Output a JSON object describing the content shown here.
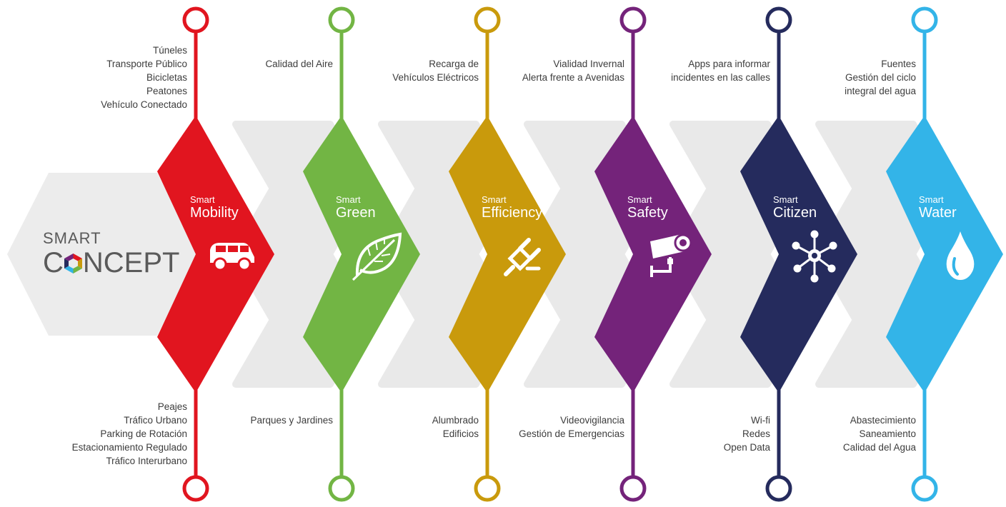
{
  "logo": {
    "line1": "SMART",
    "line2_prefix": "C",
    "line2_rest": "NCEPT"
  },
  "categories": [
    {
      "prefix": "Smart",
      "name": "Mobility",
      "color": "#e1151f",
      "icon": "car-icon",
      "top": [
        "Túneles",
        "Transporte  Público",
        "Bicicletas",
        "Peatones",
        "Vehículo Conectado"
      ],
      "bottom": [
        "Peajes",
        "Tráfico Urbano",
        "Parking de Rotación",
        "Estacionamiento Regulado",
        "Tráfico Interurbano"
      ]
    },
    {
      "prefix": "Smart",
      "name": "Green",
      "color": "#72b544",
      "icon": "leaf-icon",
      "top": [
        "Calidad del Aire"
      ],
      "bottom": [
        "Parques y Jardines"
      ]
    },
    {
      "prefix": "Smart",
      "name": "Efficiency",
      "color": "#c99a0c",
      "icon": "plug-icon",
      "top": [
        "Recarga de",
        "Vehículos Eléctricos"
      ],
      "bottom": [
        "Alumbrado",
        "Edificios"
      ]
    },
    {
      "prefix": "Smart",
      "name": "Safety",
      "color": "#74237a",
      "icon": "security-camera-icon",
      "top": [
        "Vialidad Invernal",
        "Alerta frente a Avenidas"
      ],
      "bottom": [
        "Videovigilancia",
        "Gestión de Emergencias"
      ]
    },
    {
      "prefix": "Smart",
      "name": "Citizen",
      "color": "#252b5d",
      "icon": "network-icon",
      "top": [
        "Apps para informar",
        "incidentes en las calles"
      ],
      "bottom": [
        "Wi-fi",
        "Redes",
        "Open Data"
      ]
    },
    {
      "prefix": "Smart",
      "name": "Water",
      "color": "#33b4e8",
      "icon": "water-drop-icon",
      "top": [
        "Fuentes",
        "Gestión del ciclo",
        "integral del agua"
      ],
      "bottom": [
        "Abastecimiento",
        "Saneamiento",
        "Calidad del Agua"
      ]
    }
  ],
  "colors": {
    "grey_chevron": "#e9e9e9",
    "grey_hex": "#ececec",
    "text": "#3c3c3c"
  }
}
